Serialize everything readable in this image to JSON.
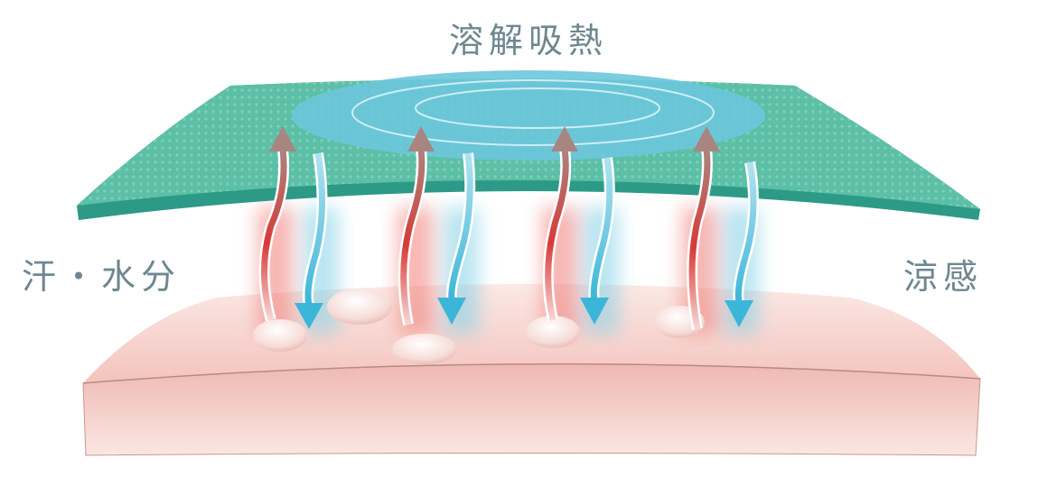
{
  "labels": {
    "title": "溶解吸熱",
    "left": "汗・水分",
    "right": "涼感"
  },
  "colors": {
    "text": "#6e8790",
    "fabric": "#5cbfa6",
    "fabric_edge": "#2c9a86",
    "cool_zone": "#6cc6dc",
    "heat_arrow": "#d83a36",
    "cool_arrow": "#3cb6d8",
    "skin": "#f4cbc4"
  }
}
